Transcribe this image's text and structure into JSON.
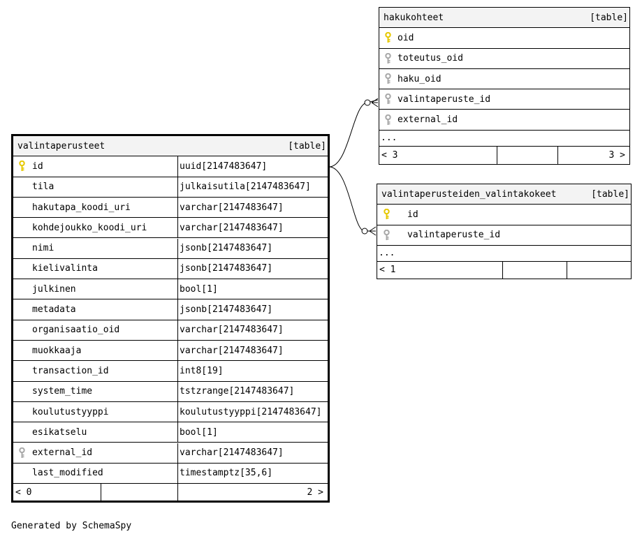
{
  "colors": {
    "primary_key": "#e6c800",
    "foreign_key": "#a8a8a8",
    "header_bg": "#f3f3f3"
  },
  "tables": {
    "valintaperusteet": {
      "name": "valintaperusteet",
      "tag": "[table]",
      "columns": [
        {
          "name": "id",
          "type": "uuid[2147483647]",
          "key": "primary"
        },
        {
          "name": "tila",
          "type": "julkaisutila[2147483647]",
          "key": "none"
        },
        {
          "name": "hakutapa_koodi_uri",
          "type": "varchar[2147483647]",
          "key": "none"
        },
        {
          "name": "kohdejoukko_koodi_uri",
          "type": "varchar[2147483647]",
          "key": "none"
        },
        {
          "name": "nimi",
          "type": "jsonb[2147483647]",
          "key": "none"
        },
        {
          "name": "kielivalinta",
          "type": "jsonb[2147483647]",
          "key": "none"
        },
        {
          "name": "julkinen",
          "type": "bool[1]",
          "key": "none"
        },
        {
          "name": "metadata",
          "type": "jsonb[2147483647]",
          "key": "none"
        },
        {
          "name": "organisaatio_oid",
          "type": "varchar[2147483647]",
          "key": "none"
        },
        {
          "name": "muokkaaja",
          "type": "varchar[2147483647]",
          "key": "none"
        },
        {
          "name": "transaction_id",
          "type": "int8[19]",
          "key": "none"
        },
        {
          "name": "system_time",
          "type": "tstzrange[2147483647]",
          "key": "none"
        },
        {
          "name": "koulutustyyppi",
          "type": "koulutustyyppi[2147483647]",
          "key": "none"
        },
        {
          "name": "esikatselu",
          "type": "bool[1]",
          "key": "none"
        },
        {
          "name": "external_id",
          "type": "varchar[2147483647]",
          "key": "foreign"
        },
        {
          "name": "last_modified",
          "type": "timestamptz[35,6]",
          "key": "none"
        }
      ],
      "footer_left": "< 0",
      "footer_right": "2 >"
    },
    "hakukohteet": {
      "name": "hakukohteet",
      "tag": "[table]",
      "columns": [
        {
          "name": "oid",
          "key": "primary"
        },
        {
          "name": "toteutus_oid",
          "key": "foreign"
        },
        {
          "name": "haku_oid",
          "key": "foreign"
        },
        {
          "name": "valintaperuste_id",
          "key": "foreign"
        },
        {
          "name": "external_id",
          "key": "foreign"
        }
      ],
      "more": "...",
      "footer_left": "< 3",
      "footer_right": "3 >"
    },
    "valintakokeet": {
      "name": "valintaperusteiden_valintakokeet",
      "tag": "[table]",
      "columns": [
        {
          "name": "id",
          "key": "primary"
        },
        {
          "name": "valintaperuste_id",
          "key": "foreign"
        }
      ],
      "more": "...",
      "footer_left": "< 1"
    }
  },
  "footer": {
    "generated_by": "Generated by SchemaSpy"
  }
}
